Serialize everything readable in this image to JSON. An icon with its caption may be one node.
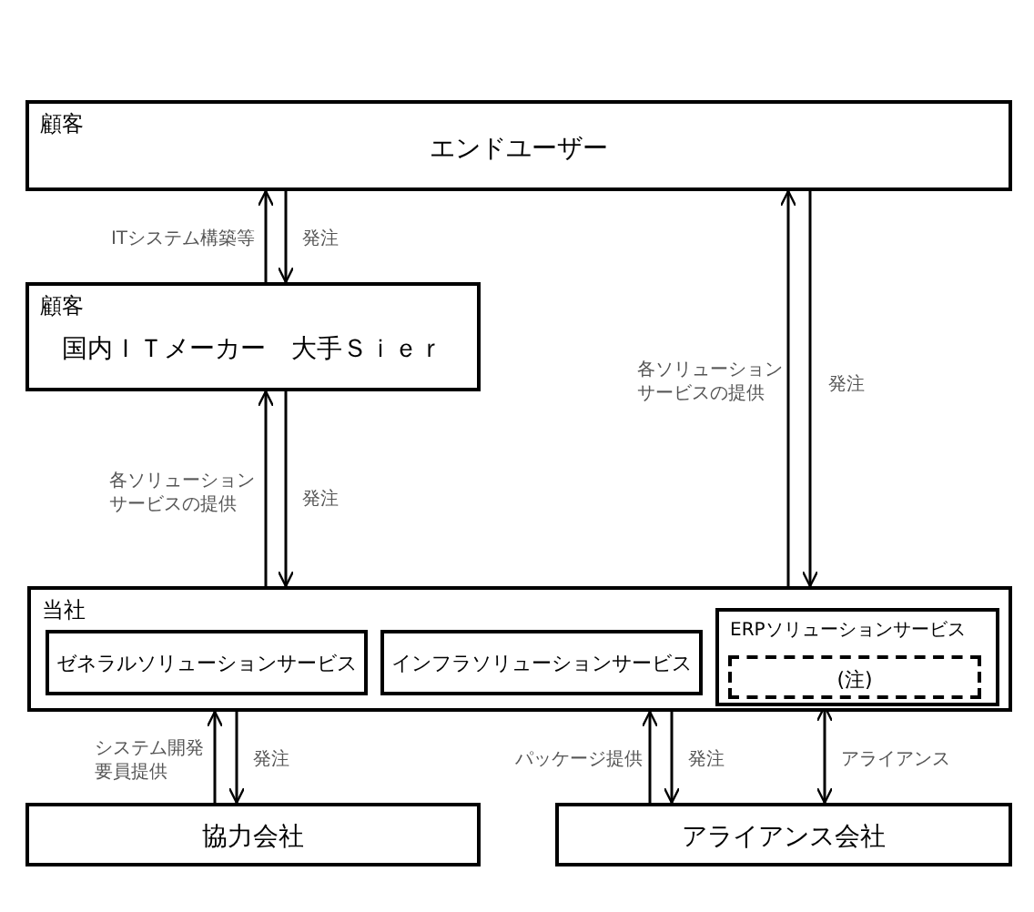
{
  "diagram": {
    "nodes": [
      {
        "text": [
          "顧客",
          "エンドユーザー"
        ]
      },
      {
        "text": [
          "顧客",
          "国内ＩＴメーカー　大手Ｓｉｅｒ"
        ]
      },
      {
        "text": [
          "当社"
        ]
      },
      {
        "text": [
          "ゼネラルソリューションサービス"
        ],
        "in": 2
      },
      {
        "text": [
          "インフラソリューションサービス"
        ],
        "in": 2
      },
      {
        "text": [
          "ERPソリューションサービス"
        ],
        "in": 2
      },
      {
        "text": [
          "(注)"
        ],
        "in": 5
      },
      {
        "text": [
          "協力会社"
        ]
      },
      {
        "text": [
          "アライアンス会社"
        ]
      }
    ],
    "edges": [
      {
        "from": 1,
        "to": 0,
        "arrow": "to",
        "label": "ITシステム構築等"
      },
      {
        "from": 0,
        "to": 1,
        "arrow": "to",
        "label": "発注"
      },
      {
        "from": 2,
        "to": 1,
        "arrow": "to",
        "label": "各ソリューションサービスの提供"
      },
      {
        "from": 1,
        "to": 2,
        "arrow": "to",
        "label": "発注"
      },
      {
        "from": 2,
        "to": 0,
        "arrow": "to",
        "label": "各ソリューションサービスの提供"
      },
      {
        "from": 0,
        "to": 2,
        "arrow": "to",
        "label": "発注"
      },
      {
        "from": 7,
        "to": 2,
        "arrow": "to",
        "label": "システム開発要員提供"
      },
      {
        "from": 2,
        "to": 7,
        "arrow": "to",
        "label": "発注"
      },
      {
        "from": 8,
        "to": 2,
        "arrow": "to",
        "label": "パッケージ提供"
      },
      {
        "from": 2,
        "to": 8,
        "arrow": "to",
        "label": "発注"
      },
      {
        "from": 5,
        "to": 8,
        "arrow": "both",
        "label": "アライアンス"
      }
    ]
  }
}
